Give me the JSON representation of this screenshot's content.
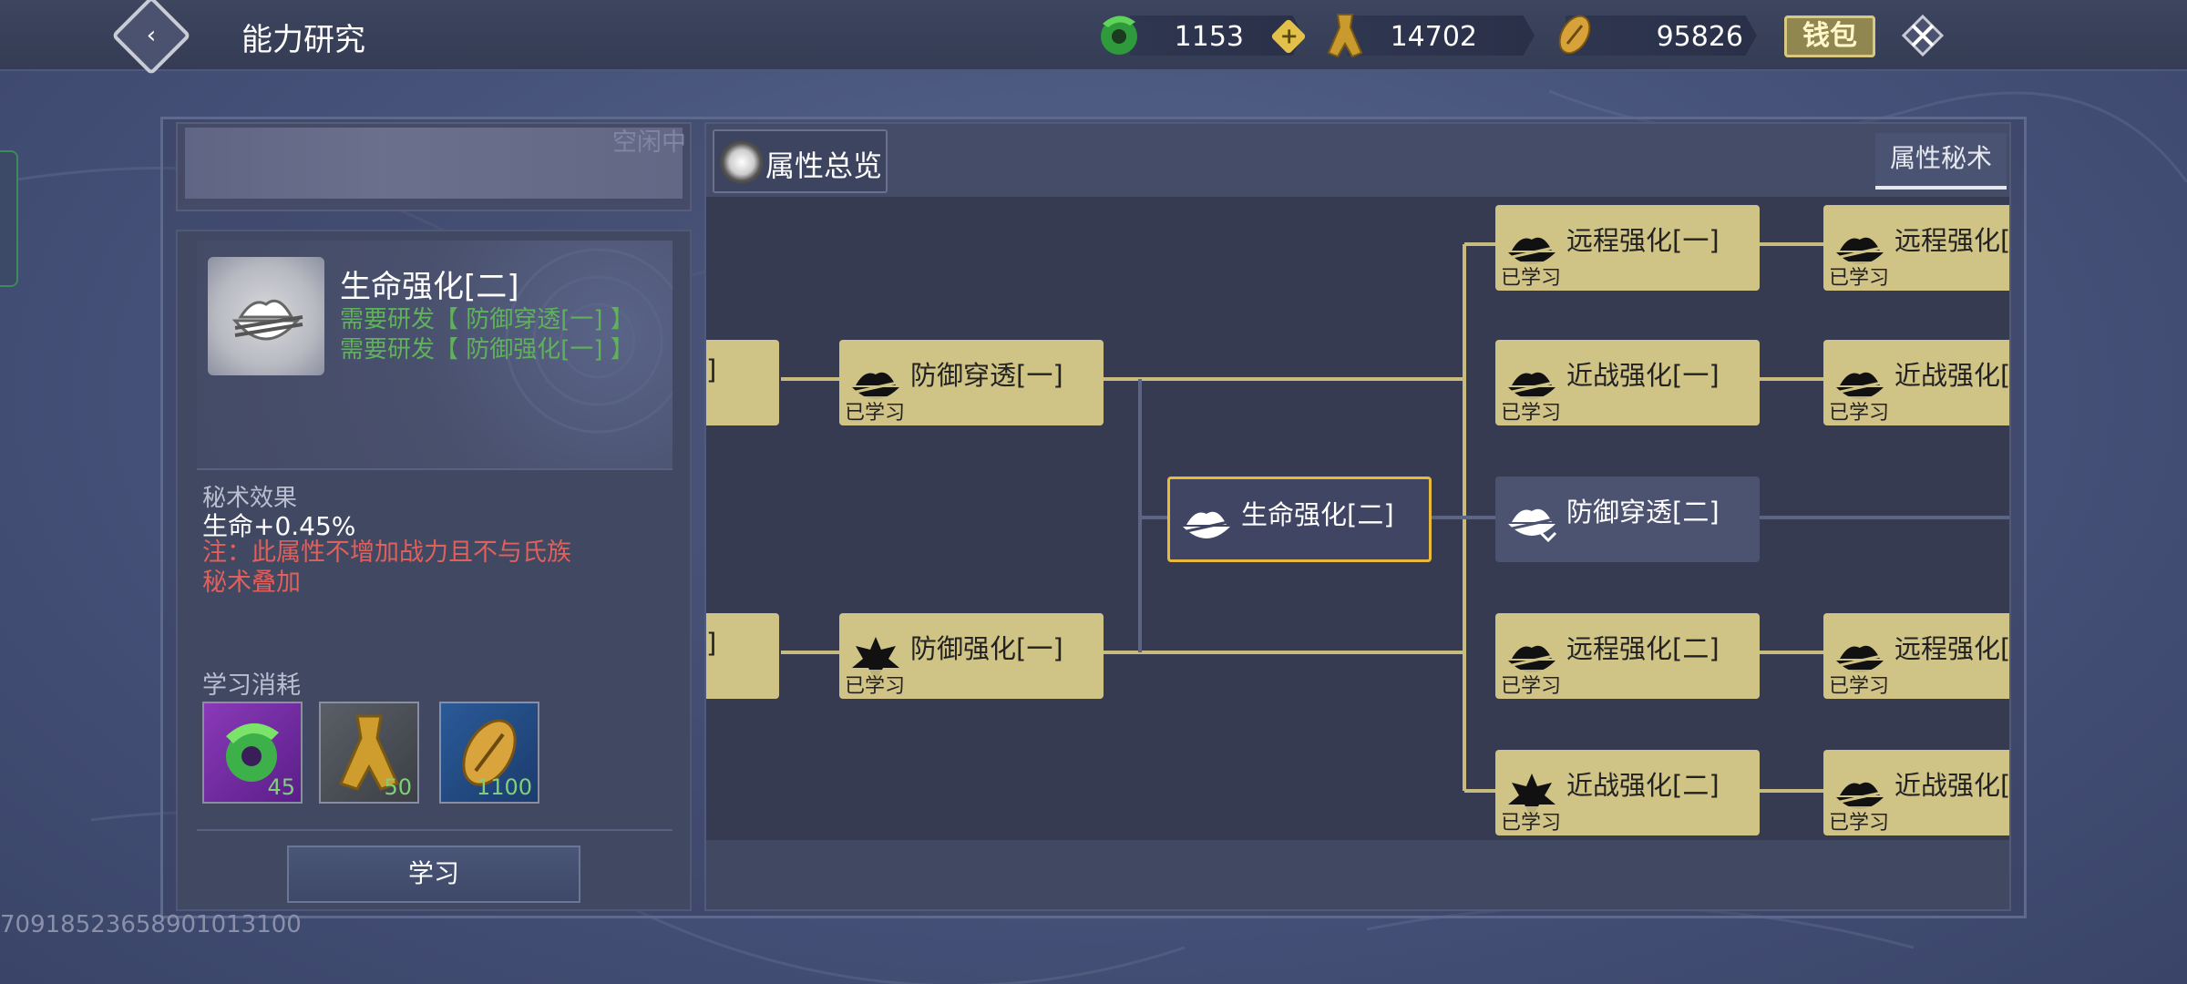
{
  "header": {
    "title": "能力研究",
    "wallet_label": "钱包",
    "currencies": [
      {
        "name": "jade",
        "icon": "jade-ring-icon",
        "value": "1153"
      },
      {
        "name": "gold-coin",
        "icon": "spade-coin-icon",
        "value": "14702"
      },
      {
        "name": "shell",
        "icon": "shell-icon",
        "value": "95826"
      }
    ]
  },
  "left": {
    "idle_status": "空闲中",
    "skill": {
      "name": "生命强化[二]",
      "requirements": [
        "需要研发【 防御穿透[一] 】",
        "需要研发【 防御强化[一] 】"
      ]
    },
    "effect": {
      "title": "秘术效果",
      "value": "生命+0.45%",
      "note": "注：此属性不增加战力且不与氏族秘术叠加"
    },
    "cost": {
      "title": "学习消耗",
      "items": [
        {
          "icon": "jade-ring-icon",
          "qty": "45"
        },
        {
          "icon": "spade-coin-icon",
          "qty": "50"
        },
        {
          "icon": "shell-icon",
          "qty": "1100"
        }
      ]
    },
    "learn_button": "学习"
  },
  "right": {
    "overview_label": "属性总览",
    "tab_label": "属性秘术",
    "learned_tag": "已学习",
    "nodes": {
      "partial_top": "]",
      "partial_bottom": "]",
      "def_pierce_1": "防御穿透[一]",
      "def_boost_1": "防御强化[一]",
      "life_boost_2": "生命强化[二]",
      "def_pierce_2": "防御穿透[二]",
      "ranged_1": "远程强化[一]",
      "melee_1": "近战强化[一]",
      "ranged_2": "远程强化[二]",
      "melee_2": "近战强化[二]",
      "ranged_3_cut": "远程强化[三",
      "melee_3_cut": "近战强化[三",
      "ranged_4_cut": "远程强化[四",
      "melee_4_cut": "近战强化[四"
    }
  },
  "watermark": "709185236589010131​00"
}
